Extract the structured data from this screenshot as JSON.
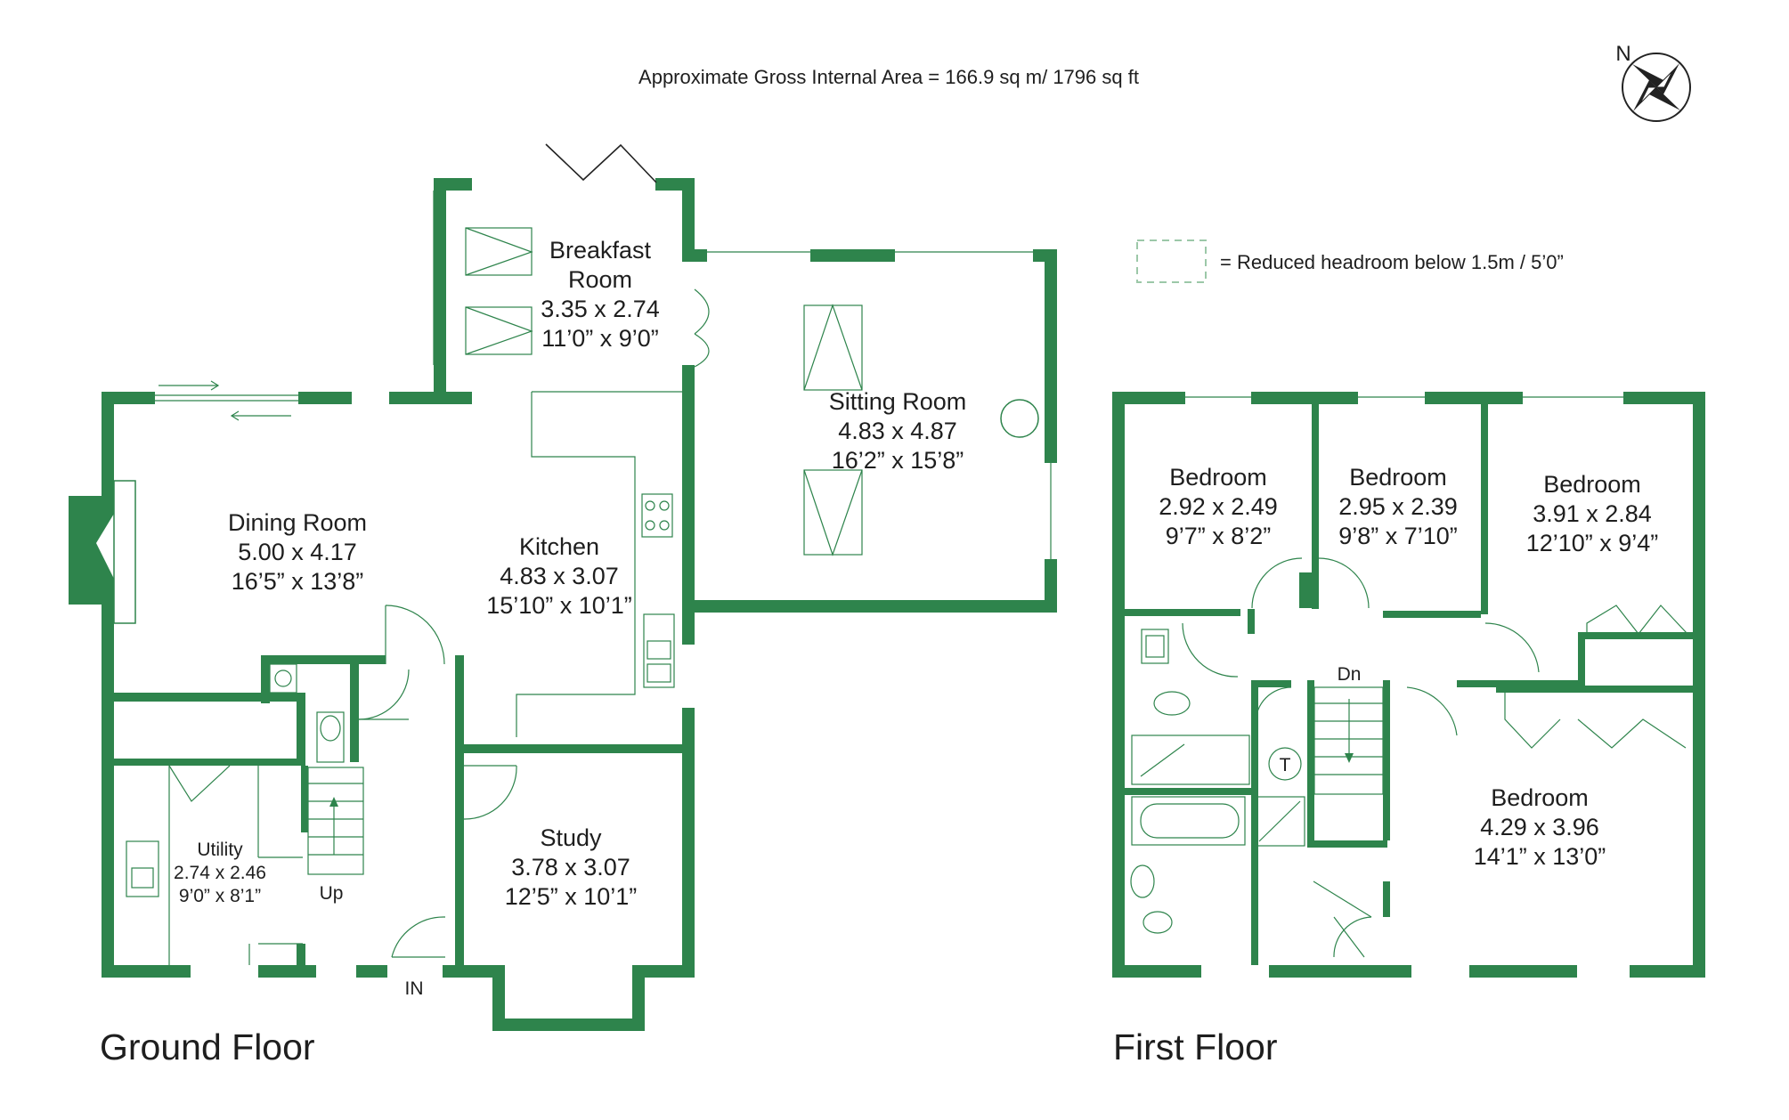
{
  "header": {
    "area_text": "Approximate Gross Internal Area = 166.9 sq m/ 1796 sq ft",
    "compass_label": "N"
  },
  "legend": {
    "text": "= Reduced headroom below 1.5m / 5’0”"
  },
  "colors": {
    "wall": "#2e844c",
    "text": "#1e1e1e",
    "background": "#ffffff"
  },
  "ground_floor": {
    "title": "Ground Floor",
    "rooms": {
      "breakfast": {
        "name_line1": "Breakfast",
        "name_line2": "Room",
        "metric": "3.35 x 2.74",
        "imperial": "11’0” x 9’0”"
      },
      "sitting": {
        "name": "Sitting Room",
        "metric": "4.83 x 4.87",
        "imperial": "16’2” x 15’8”"
      },
      "dining": {
        "name": "Dining Room",
        "metric": "5.00 x 4.17",
        "imperial": "16’5” x 13’8”"
      },
      "kitchen": {
        "name": "Kitchen",
        "metric": "4.83 x 3.07",
        "imperial": "15’10” x 10’1”"
      },
      "utility": {
        "name": "Utility",
        "metric": "2.74 x 2.46",
        "imperial": "9’0” x 8’1”"
      },
      "study": {
        "name": "Study",
        "metric": "3.78 x 3.07",
        "imperial": "12’5” x 10’1”"
      }
    },
    "stairs_label": "Up",
    "entrance_label": "IN"
  },
  "first_floor": {
    "title": "First Floor",
    "rooms": {
      "bedroom1": {
        "name": "Bedroom",
        "metric": "2.92 x 2.49",
        "imperial": "9’7” x 8’2”"
      },
      "bedroom2": {
        "name": "Bedroom",
        "metric": "2.95 x 2.39",
        "imperial": "9’8” x 7’10”"
      },
      "bedroom3": {
        "name": "Bedroom",
        "metric": "3.91 x 2.84",
        "imperial": "12’10” x 9’4”"
      },
      "bedroom4": {
        "name": "Bedroom",
        "metric": "4.29 x 3.96",
        "imperial": "14’1” x 13’0”"
      }
    },
    "stairs_label": "Dn",
    "tank_label": "T"
  }
}
